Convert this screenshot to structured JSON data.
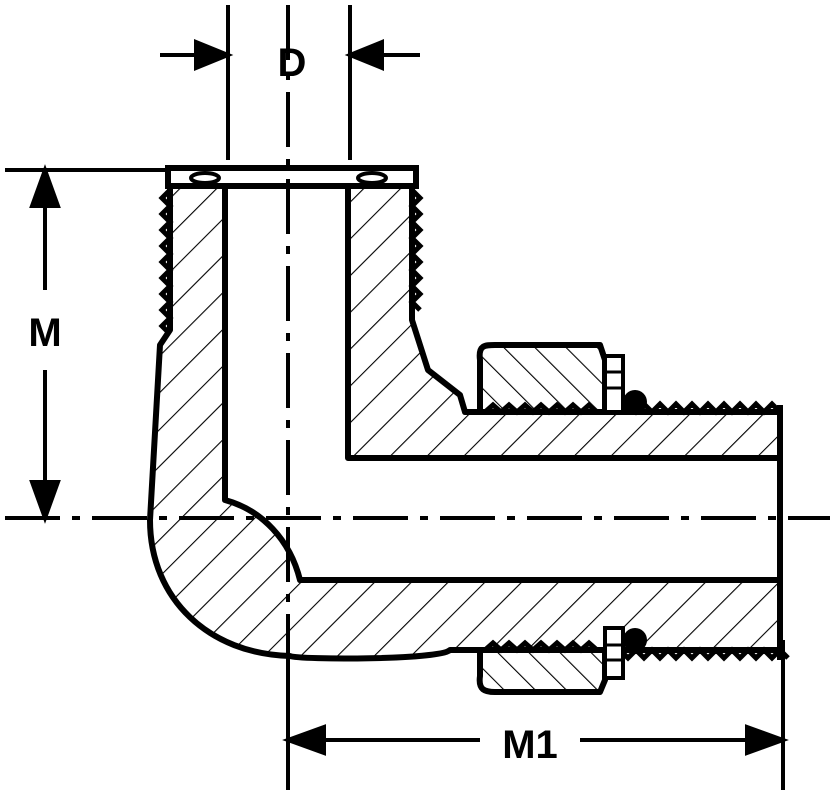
{
  "labels": {
    "d": "D",
    "m": "M",
    "m1": "M1"
  },
  "colors": {
    "ink": "#000000",
    "paper": "#ffffff"
  }
}
